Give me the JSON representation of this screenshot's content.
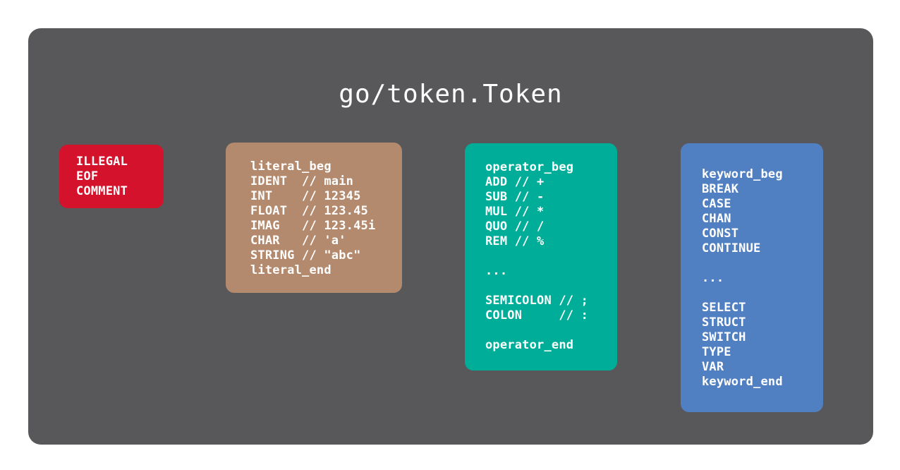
{
  "title": "go/token.Token",
  "colors": {
    "page_bg": "#ffffff",
    "panel_bg": "#58575a",
    "text": "#ffffff",
    "special_red": "#d5122b",
    "literals_tan": "#b48a6e",
    "operators_teal": "#00ad98",
    "keywords_blue": "#5180c2"
  },
  "groups": [
    {
      "id": "special",
      "color": "#d5122b",
      "lines": [
        "ILLEGAL",
        "EOF",
        "COMMENT"
      ]
    },
    {
      "id": "literals",
      "color": "#b48a6e",
      "lines": [
        "literal_beg",
        "IDENT  // main",
        "INT    // 12345",
        "FLOAT  // 123.45",
        "IMAG   // 123.45i",
        "CHAR   // 'a'",
        "STRING // \"abc\"",
        "literal_end"
      ]
    },
    {
      "id": "operators",
      "color": "#00ad98",
      "lines": [
        "operator_beg",
        "ADD // +",
        "SUB // -",
        "MUL // *",
        "QUO // /",
        "REM // %",
        "",
        "...",
        "",
        "SEMICOLON // ;",
        "COLON     // :",
        "",
        "operator_end"
      ]
    },
    {
      "id": "keywords",
      "color": "#5180c2",
      "lines": [
        "keyword_beg",
        "BREAK",
        "CASE",
        "CHAN",
        "CONST",
        "CONTINUE",
        "",
        "...",
        "",
        "SELECT",
        "STRUCT",
        "SWITCH",
        "TYPE",
        "VAR",
        "keyword_end"
      ]
    }
  ]
}
